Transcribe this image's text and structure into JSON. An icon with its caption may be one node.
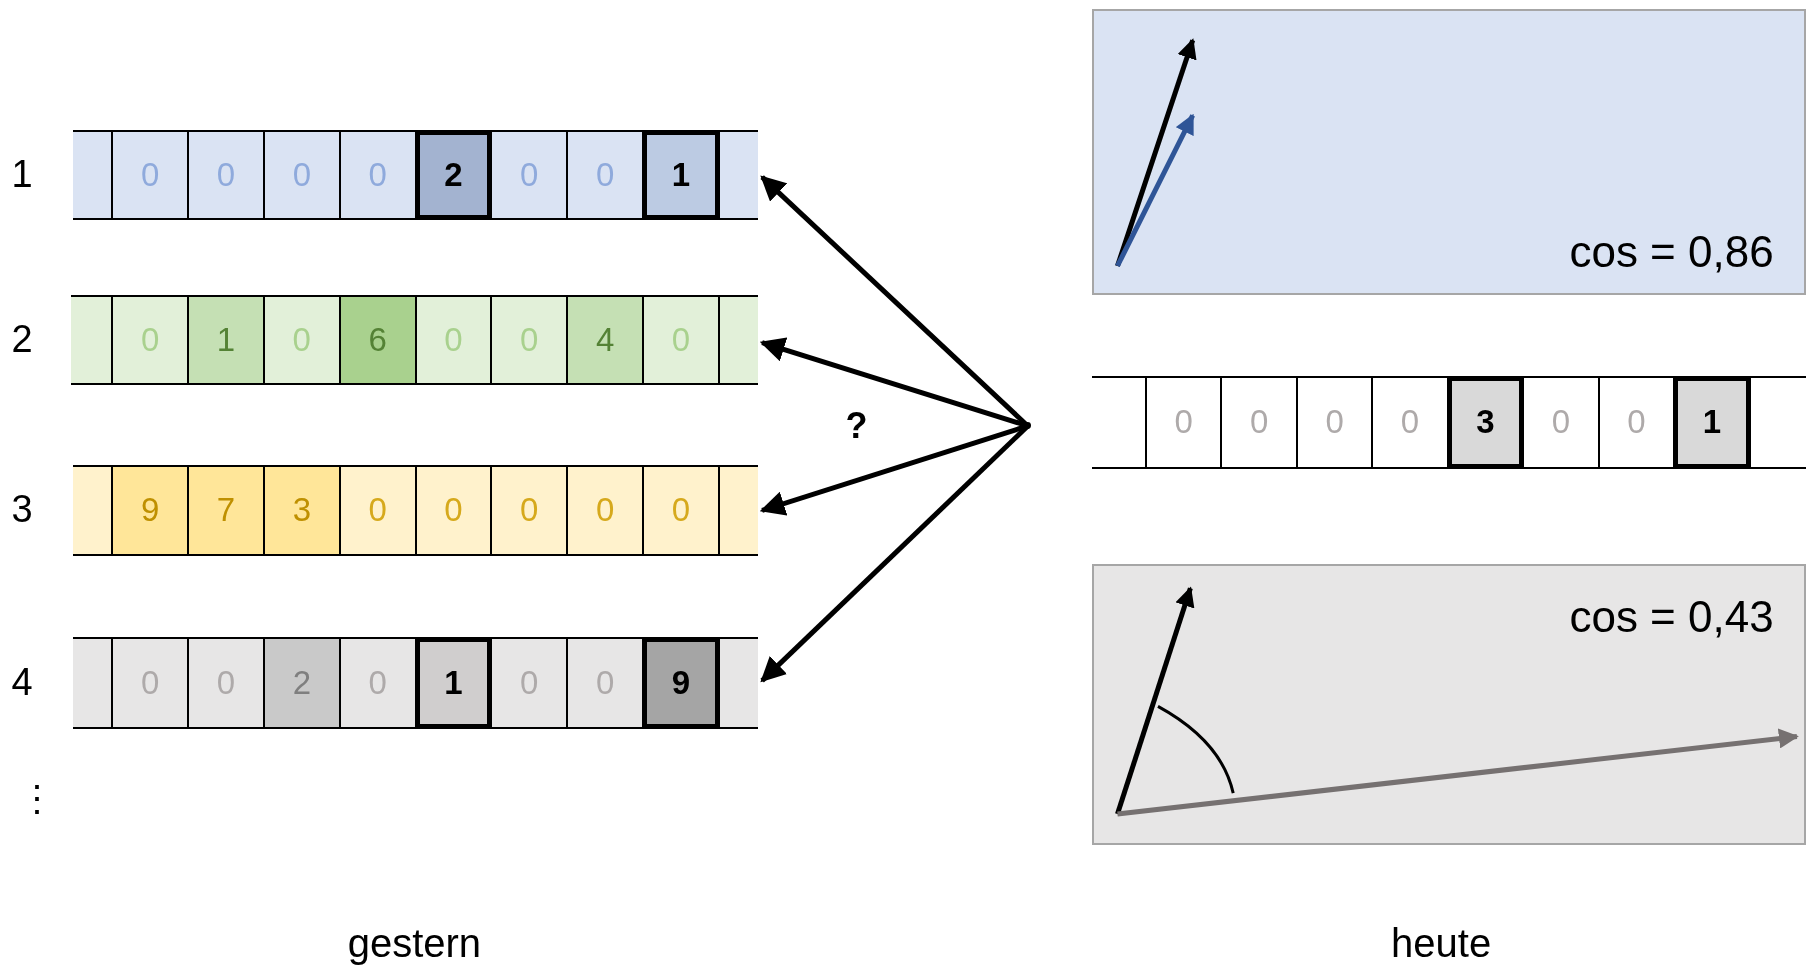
{
  "diagram": {
    "nodes": [
      {
        "text": [],
        "shape": "bar",
        "beside": [
          "1"
        ]
      },
      {
        "text": [
          "0"
        ],
        "in": 0
      },
      {
        "text": [
          "0"
        ],
        "in": 0
      },
      {
        "text": [
          "0"
        ],
        "in": 0
      },
      {
        "text": [
          "0"
        ],
        "in": 0
      },
      {
        "text": [
          "2"
        ],
        "in": 0
      },
      {
        "text": [
          "0"
        ],
        "in": 0
      },
      {
        "text": [
          "0"
        ],
        "in": 0
      },
      {
        "text": [
          "1"
        ],
        "in": 0
      },
      {
        "text": [],
        "shape": "bar",
        "beside": [
          "2"
        ]
      },
      {
        "text": [
          "0"
        ],
        "in": 9
      },
      {
        "text": [
          "1"
        ],
        "in": 9
      },
      {
        "text": [
          "0"
        ],
        "in": 9
      },
      {
        "text": [
          "6"
        ],
        "in": 9
      },
      {
        "text": [
          "0"
        ],
        "in": 9
      },
      {
        "text": [
          "0"
        ],
        "in": 9
      },
      {
        "text": [
          "4"
        ],
        "in": 9
      },
      {
        "text": [
          "0"
        ],
        "in": 9
      },
      {
        "text": [],
        "shape": "bar",
        "beside": [
          "3"
        ]
      },
      {
        "text": [
          "9"
        ],
        "in": 18
      },
      {
        "text": [
          "7"
        ],
        "in": 18
      },
      {
        "text": [
          "3"
        ],
        "in": 18
      },
      {
        "text": [
          "0"
        ],
        "in": 18
      },
      {
        "text": [
          "0"
        ],
        "in": 18
      },
      {
        "text": [
          "0"
        ],
        "in": 18
      },
      {
        "text": [
          "0"
        ],
        "in": 18
      },
      {
        "text": [
          "0"
        ],
        "in": 18
      },
      {
        "text": [],
        "shape": "bar",
        "beside": [
          "4"
        ]
      },
      {
        "text": [
          "0"
        ],
        "in": 27
      },
      {
        "text": [
          "0"
        ],
        "in": 27
      },
      {
        "text": [
          "2"
        ],
        "in": 27
      },
      {
        "text": [
          "0"
        ],
        "in": 27
      },
      {
        "text": [
          "1"
        ],
        "in": 27
      },
      {
        "text": [
          "0"
        ],
        "in": 27
      },
      {
        "text": [
          "0"
        ],
        "in": 27
      },
      {
        "text": [
          "9"
        ],
        "in": 27
      },
      {
        "text": [],
        "shape": "point"
      },
      {
        "text": [
          "cos = 0,86"
        ]
      },
      {
        "text": [],
        "shape": "bar"
      },
      {
        "text": [
          "0"
        ],
        "in": 38
      },
      {
        "text": [
          "0"
        ],
        "in": 38
      },
      {
        "text": [
          "0"
        ],
        "in": 38
      },
      {
        "text": [
          "0"
        ],
        "in": 38
      },
      {
        "text": [
          "3"
        ],
        "in": 38
      },
      {
        "text": [
          "0"
        ],
        "in": 38
      },
      {
        "text": [
          "0"
        ],
        "in": 38
      },
      {
        "text": [
          "1"
        ],
        "in": 38
      },
      {
        "text": [
          "cos = 0,43"
        ]
      }
    ],
    "edges": [
      {
        "from": 36,
        "to": 0,
        "arrow": "to"
      },
      {
        "from": 36,
        "to": 9,
        "arrow": "to"
      },
      {
        "from": 36,
        "to": 18,
        "arrow": "to"
      },
      {
        "from": 36,
        "to": 27,
        "arrow": "to"
      }
    ],
    "labels": [
      "?",
      "⋮",
      "gestern",
      "heute"
    ]
  }
}
